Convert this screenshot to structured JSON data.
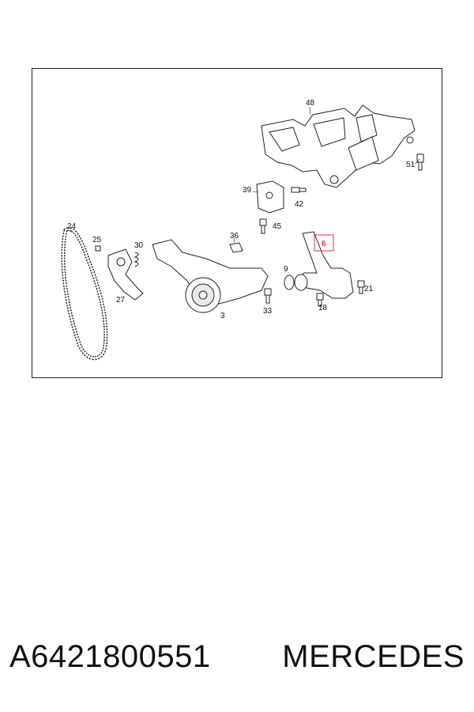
{
  "diagram": {
    "callouts": {
      "c48": "48",
      "c51": "51",
      "c39": "39",
      "c42": "42",
      "c45": "45",
      "c36": "36",
      "c24": "24",
      "c25": "25",
      "c30": "30",
      "c27": "27",
      "c3": "3",
      "c9": "9",
      "c33": "33",
      "c18": "18",
      "c21": "21",
      "c6": "6"
    },
    "highlight_color": "#e33333"
  },
  "footer": {
    "part_number": "A6421800551",
    "brand": "MERCEDES"
  }
}
